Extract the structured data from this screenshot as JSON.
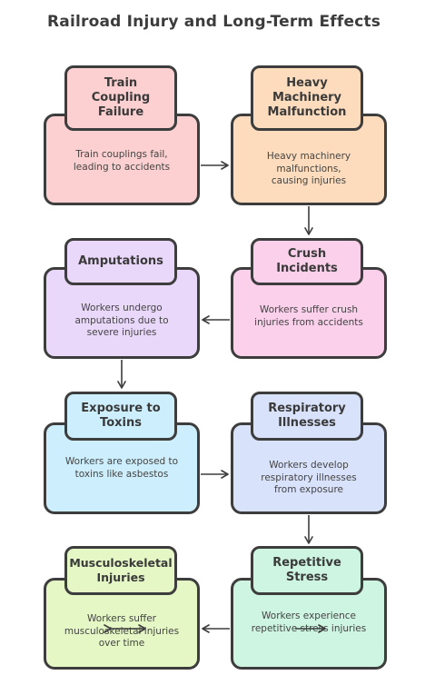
{
  "title": "Railroad Injury and Long-Term Effects",
  "nodes": [
    {
      "label": "Train Coupling Failure",
      "description": "Train couplings fail, leading to accidents",
      "fill": "#fcd0d0",
      "label_fill": "#fcd0d0"
    },
    {
      "label": "Heavy Machinery Malfunction",
      "description": "Heavy machinery malfunctions, causing injuries",
      "fill": "#fddcbd",
      "label_fill": "#fddcbd"
    },
    {
      "label": "Crush Incidents",
      "description": "Workers suffer crush injuries from accidents",
      "fill": "#fbd0ea",
      "label_fill": "#fbd0ea"
    },
    {
      "label": "Amputations",
      "description": "Workers undergo amputations due to severe injuries",
      "fill": "#ead8fb",
      "label_fill": "#ead8fb"
    },
    {
      "label": "Exposure to Toxins",
      "description": "Workers are exposed to toxins like asbestos",
      "fill": "#cdeffd",
      "label_fill": "#cdeffd"
    },
    {
      "label": "Respiratory Illnesses",
      "description": "Workers develop respiratory illnesses from exposure",
      "fill": "#d8e2fb",
      "label_fill": "#d8e2fb"
    },
    {
      "label": "Repetitive Stress",
      "description": "Workers experience repetitive stress injuries",
      "fill": "#cdf5e2",
      "label_fill": "#cdf5e2"
    },
    {
      "label": "Musculoskeletal Injuries",
      "description": "Workers suffer musculoskeletal injuries over time",
      "fill": "#e4f7c4",
      "label_fill": "#e4f7c4"
    }
  ]
}
